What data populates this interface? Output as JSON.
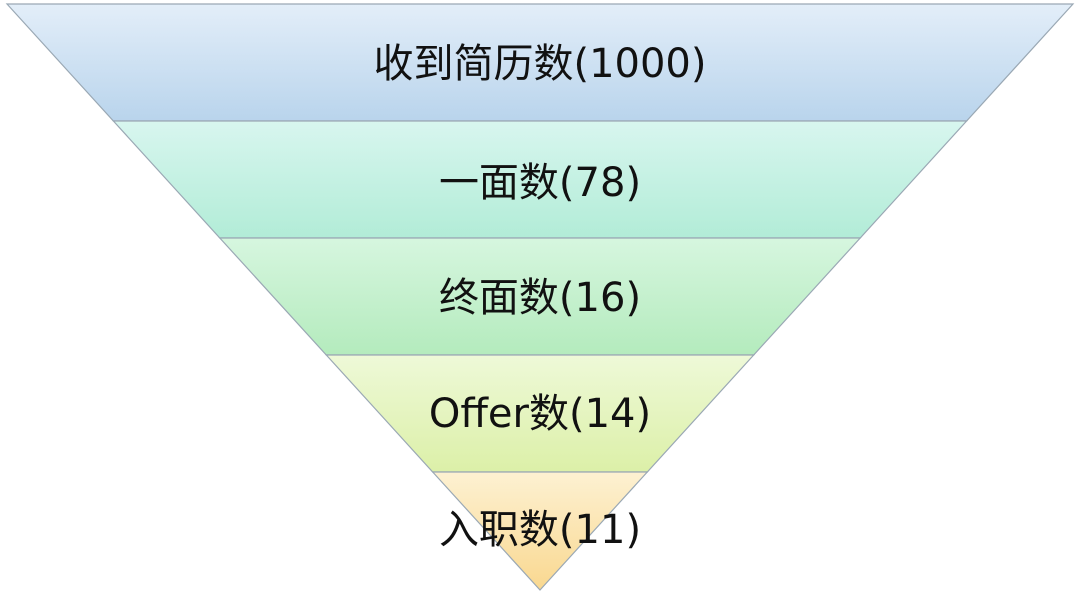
{
  "funnel": {
    "stages": [
      {
        "label": "收到简历数(1000)",
        "color_top": "#e3eef9",
        "color_bottom": "#b9d4ec"
      },
      {
        "label": "一面数(78)",
        "color_top": "#d8f6ef",
        "color_bottom": "#b2ecd7"
      },
      {
        "label": "终面数(16)",
        "color_top": "#d6f6df",
        "color_bottom": "#b4ebbd"
      },
      {
        "label": "Offer数(14)",
        "color_top": "#eef9d8",
        "color_bottom": "#dcf0a8"
      },
      {
        "label": "入职数(11)",
        "color_top": "#fdf1d2",
        "color_bottom": "#f9d890"
      }
    ],
    "edge_color": "#9aa8b4"
  }
}
